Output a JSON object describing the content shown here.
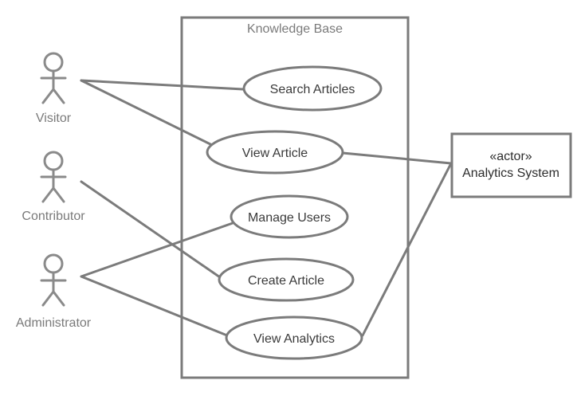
{
  "system": {
    "title": "Knowledge Base"
  },
  "actors": [
    {
      "id": "visitor",
      "label": "Visitor"
    },
    {
      "id": "contributor",
      "label": "Contributor"
    },
    {
      "id": "administrator",
      "label": "Administrator"
    }
  ],
  "use_cases": [
    {
      "id": "search-articles",
      "label": "Search Articles"
    },
    {
      "id": "view-article",
      "label": "View Article"
    },
    {
      "id": "manage-users",
      "label": "Manage Users"
    },
    {
      "id": "create-article",
      "label": "Create Article"
    },
    {
      "id": "view-analytics",
      "label": "View Analytics"
    }
  ],
  "external_system": {
    "stereotype": "«actor»",
    "label": "Analytics System"
  },
  "associations": [
    {
      "from": "visitor",
      "to": "search-articles"
    },
    {
      "from": "visitor",
      "to": "view-article"
    },
    {
      "from": "contributor",
      "to": "create-article"
    },
    {
      "from": "administrator",
      "to": "manage-users"
    },
    {
      "from": "administrator",
      "to": "view-analytics"
    },
    {
      "from": "view-article",
      "to": "analytics-system"
    },
    {
      "from": "view-analytics",
      "to": "analytics-system"
    }
  ]
}
